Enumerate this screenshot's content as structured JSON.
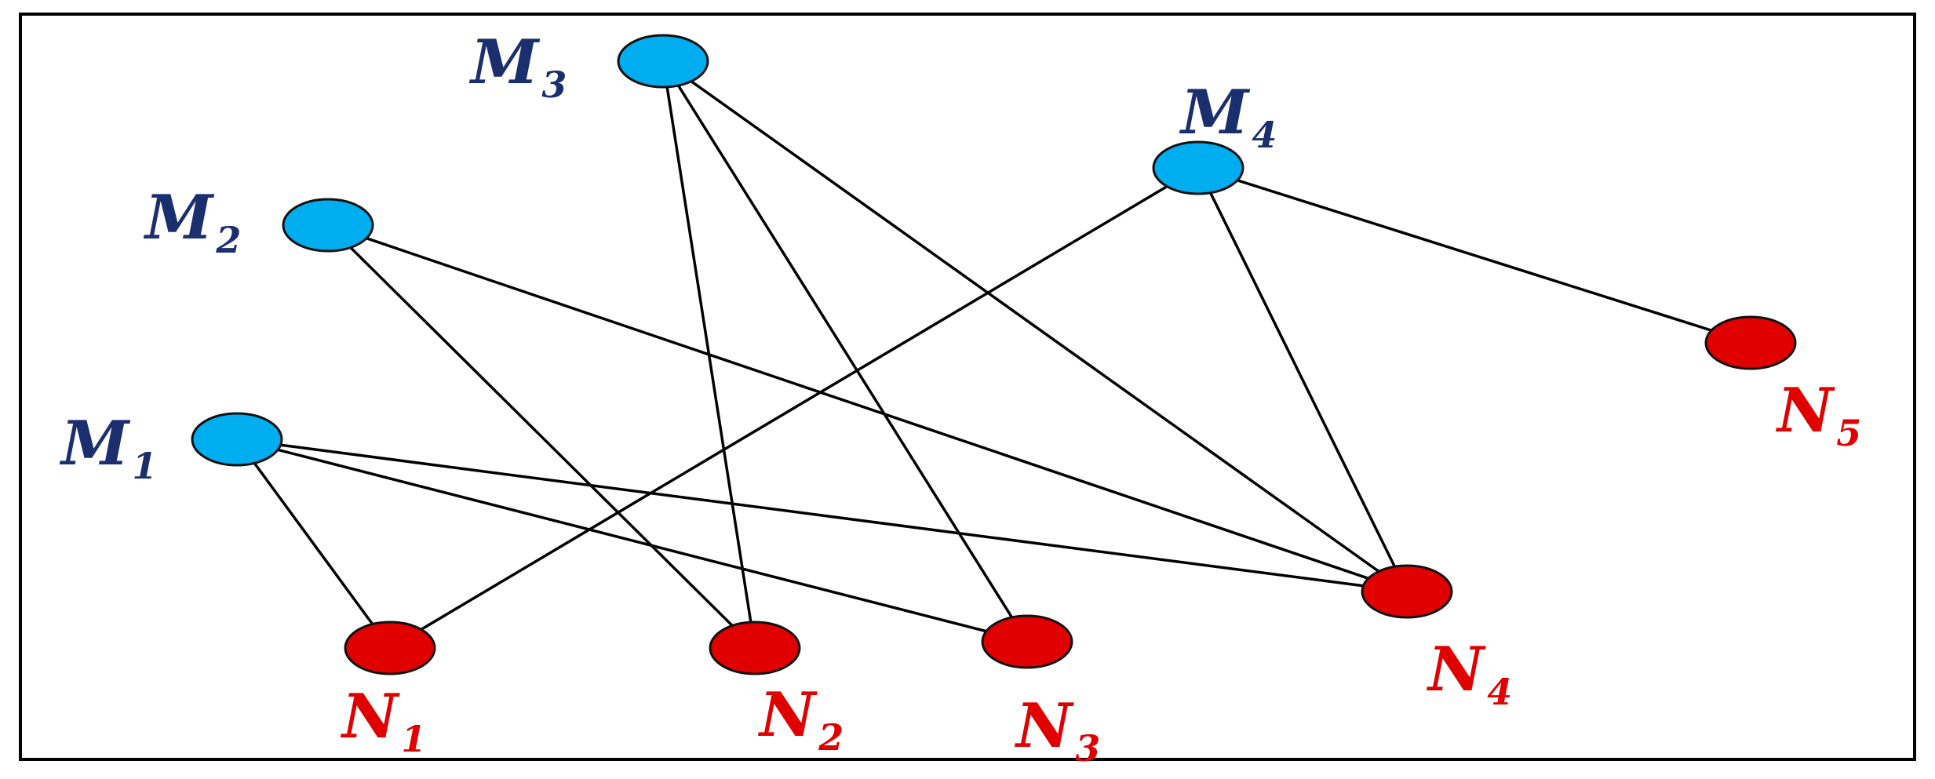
{
  "graph": {
    "type": "bipartite",
    "colors": {
      "m_nodes_fill": "#00aeef",
      "n_nodes_fill": "#e00000",
      "m_labels": "#1b2f6e",
      "n_labels": "#e00000",
      "edges": "#000000",
      "frame": "#000000"
    },
    "nodes": [
      {
        "id": "M1",
        "group": "M",
        "letter": "M",
        "index": "1"
      },
      {
        "id": "M2",
        "group": "M",
        "letter": "M",
        "index": "2"
      },
      {
        "id": "M3",
        "group": "M",
        "letter": "M",
        "index": "3"
      },
      {
        "id": "M4",
        "group": "M",
        "letter": "M",
        "index": "4"
      },
      {
        "id": "N1",
        "group": "N",
        "letter": "N",
        "index": "1"
      },
      {
        "id": "N2",
        "group": "N",
        "letter": "N",
        "index": "2"
      },
      {
        "id": "N3",
        "group": "N",
        "letter": "N",
        "index": "3"
      },
      {
        "id": "N4",
        "group": "N",
        "letter": "N",
        "index": "4"
      },
      {
        "id": "N5",
        "group": "N",
        "letter": "N",
        "index": "5"
      }
    ],
    "edges": [
      {
        "from": "M1",
        "to": "N1"
      },
      {
        "from": "M1",
        "to": "N3"
      },
      {
        "from": "M1",
        "to": "N4"
      },
      {
        "from": "M2",
        "to": "N2"
      },
      {
        "from": "M2",
        "to": "N4"
      },
      {
        "from": "M3",
        "to": "N2"
      },
      {
        "from": "M3",
        "to": "N3"
      },
      {
        "from": "M3",
        "to": "N4"
      },
      {
        "from": "M4",
        "to": "N1"
      },
      {
        "from": "M4",
        "to": "N4"
      },
      {
        "from": "M4",
        "to": "N5"
      }
    ]
  }
}
